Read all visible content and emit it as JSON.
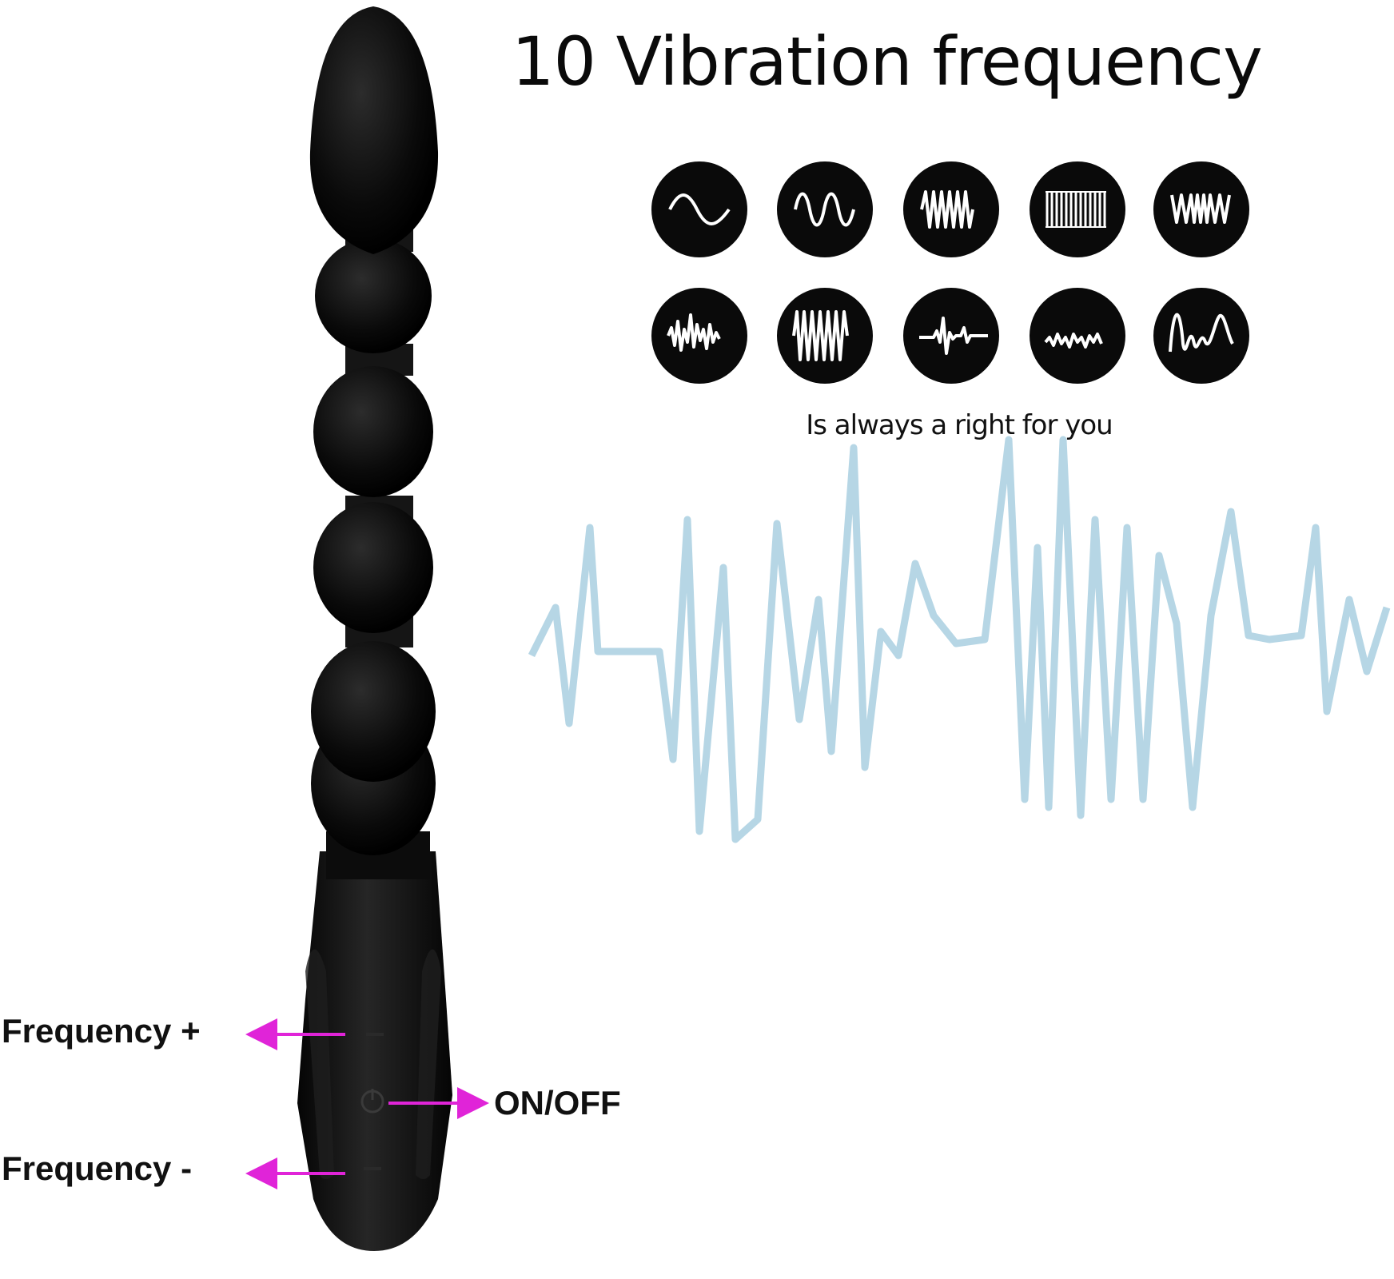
{
  "title": "10 Vibration frequency",
  "subtitle": "Is always a right for you",
  "labels": {
    "frequency_plus": "Frequency +",
    "on_off": "ON/OFF",
    "frequency_minus": "Frequency -"
  },
  "modes": [
    {
      "icon": "sine-wave-slow-icon"
    },
    {
      "icon": "sine-wave-medium-icon"
    },
    {
      "icon": "sine-wave-fast-icon"
    },
    {
      "icon": "dense-wave-icon"
    },
    {
      "icon": "burst-wave-icon"
    },
    {
      "icon": "random-pulse-icon"
    },
    {
      "icon": "high-amplitude-pulse-icon"
    },
    {
      "icon": "heartbeat-pulse-icon"
    },
    {
      "icon": "low-ripple-icon"
    },
    {
      "icon": "irregular-wave-icon"
    }
  ],
  "colors": {
    "arrow": "#e024d8",
    "device": "#0b0b0b",
    "wave": "#a9cfe0"
  }
}
